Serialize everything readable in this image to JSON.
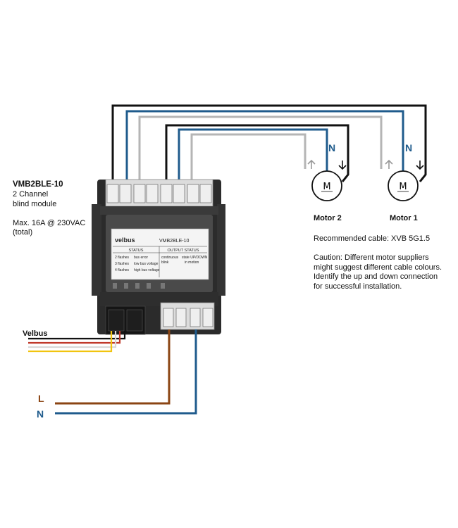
{
  "module": {
    "title": "VMB2BLE-10",
    "line1": "2 Channel",
    "line2": "blind module",
    "rating1": "Max. 16A @ 230VAC",
    "rating2": "(total)"
  },
  "device": {
    "brand": "velbus",
    "model": "VMB2BLE-10",
    "status_header": "STATUS",
    "output_header": "OUTPUT STATUS",
    "status_rows": [
      {
        "count": "2 flashes",
        "desc": "bus error"
      },
      {
        "count": "3 flashes",
        "desc": "low bus voltage"
      },
      {
        "count": "4 flashes",
        "desc": "high bus voltage"
      }
    ],
    "output_rows": [
      {
        "mode": "continuous",
        "desc": "state UP/DOWN"
      },
      {
        "mode": "blink",
        "desc": "in motion"
      }
    ]
  },
  "labels": {
    "velbus": "Velbus",
    "L": "L",
    "N": "N",
    "motor2": "Motor 2",
    "motor1": "Motor 1",
    "N_motor2": "N",
    "N_motor1": "N",
    "motor_symbol": "M"
  },
  "notes": {
    "cable": "Recommended cable: XVB 5G1.5",
    "caution": "Caution: Different motor suppliers might suggest different cable colours. Identify the up and down connection for successful installation."
  },
  "colors": {
    "phase_brown": "#8B4513",
    "neutral_blue": "#1f5b8c",
    "wire_black": "#111111",
    "wire_grey": "#b5b5b5"
  }
}
